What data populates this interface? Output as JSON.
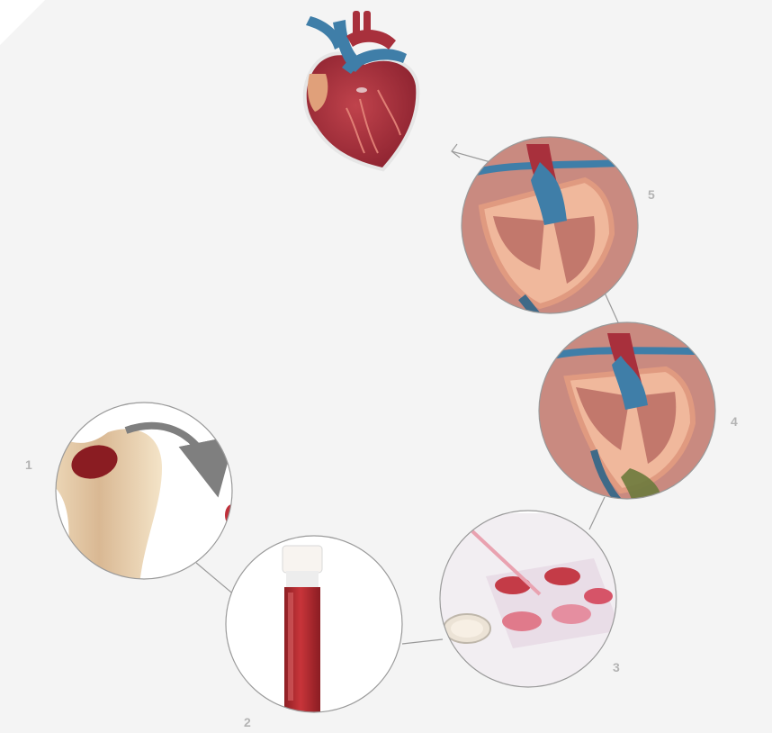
{
  "steps": [
    {
      "number": "1",
      "icon": "bone-marrow-extraction-icon"
    },
    {
      "number": "2",
      "icon": "blood-test-tube-icon"
    },
    {
      "number": "3",
      "icon": "cell-culture-dish-icon"
    },
    {
      "number": "4",
      "icon": "heart-cross-section-injection-icon"
    },
    {
      "number": "5",
      "icon": "heart-cross-section-regenerated-icon"
    }
  ],
  "final": {
    "icon": "human-heart-icon"
  },
  "colors": {
    "background": "#f4f4f4",
    "connector": "#9a9a9a",
    "label": "#b4b4b4",
    "heart_red": "#a8303c",
    "vessel_blue": "#3f7ea8",
    "tissue_pink": "#c98a80"
  }
}
